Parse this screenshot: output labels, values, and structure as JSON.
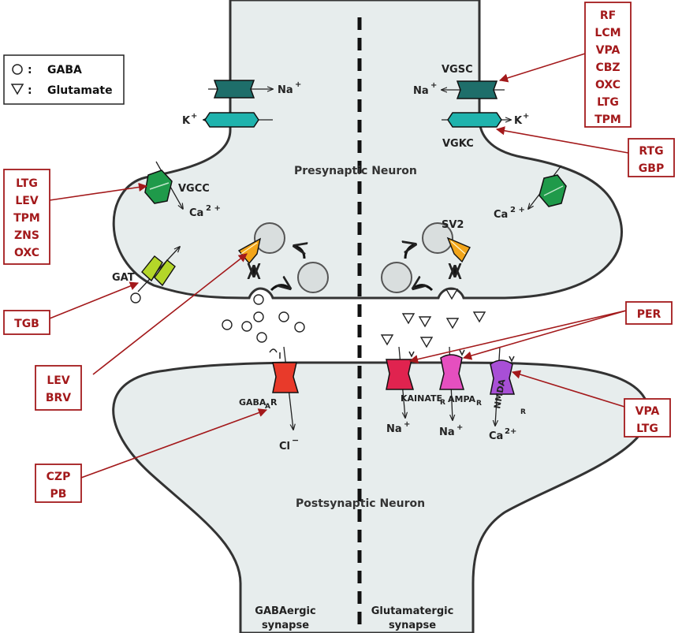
{
  "legend": {
    "gaba_label": "GABA",
    "glutamate_label": "Glutamate",
    "separator": ":"
  },
  "neurons": {
    "presynaptic": "Presynaptic Neuron",
    "postsynaptic": "Postsynaptic Neuron"
  },
  "synapse_types": {
    "gabaergic_line1": "GABAergic",
    "gabaergic_line2": "synapse",
    "glutamatergic_line1": "Glutamatergic",
    "glutamatergic_line2": "synapse"
  },
  "channels": {
    "vgsc": "VGSC",
    "vgkc": "VGKC",
    "vgcc": "VGCC",
    "gat": "GAT",
    "sv2": "SV2",
    "gabaa_main": "GABA",
    "gabaa_sub": "A",
    "gabaa_suffix": "R",
    "kainate_main": "KAINATE",
    "kainate_sub": "R",
    "ampa_main": "AMPA",
    "ampa_sub": "R",
    "nmda_main": "NMDA",
    "nmda_sub": "R"
  },
  "ions": {
    "na_left": "Na",
    "na_right": "Na",
    "k_left": "K",
    "k_right": "K",
    "ca_left": "Ca",
    "ca_right": "Ca",
    "cl": "Cl",
    "na_kainate": "Na",
    "na_ampa": "Na",
    "ca_nmda": "Ca",
    "plus": "+",
    "minus": "−",
    "ca_charge": "2 +",
    "ca_nmda_charge": "2+"
  },
  "drug_boxes": {
    "sodium_channel": [
      "RF",
      "LCM",
      "VPA",
      "CBZ",
      "OXC",
      "LTG",
      "TPM"
    ],
    "potassium_channel": [
      "RTG",
      "GBP"
    ],
    "calcium_channel": [
      "LTG",
      "LEV",
      "TPM",
      "ZNS",
      "OXC"
    ],
    "gat": [
      "TGB"
    ],
    "sv2": [
      "LEV",
      "BRV"
    ],
    "perampanel": [
      "PER"
    ],
    "nmda": [
      "VPA",
      "LTG"
    ],
    "gabaa": [
      "CZP",
      "PB"
    ]
  },
  "colors": {
    "drug_red": "#a3191b",
    "neuron_fill": "#e7eded",
    "vgsc": "#1e6e6a",
    "vgkc": "#1fb3ad",
    "vgcc": "#1f9a4a",
    "gat": "#b4d629",
    "sv2": "#f2a51a",
    "gabaa": "#e83a2a",
    "kainate": "#e0234f",
    "ampa": "#e54fbf",
    "nmda": "#a84fd6"
  }
}
